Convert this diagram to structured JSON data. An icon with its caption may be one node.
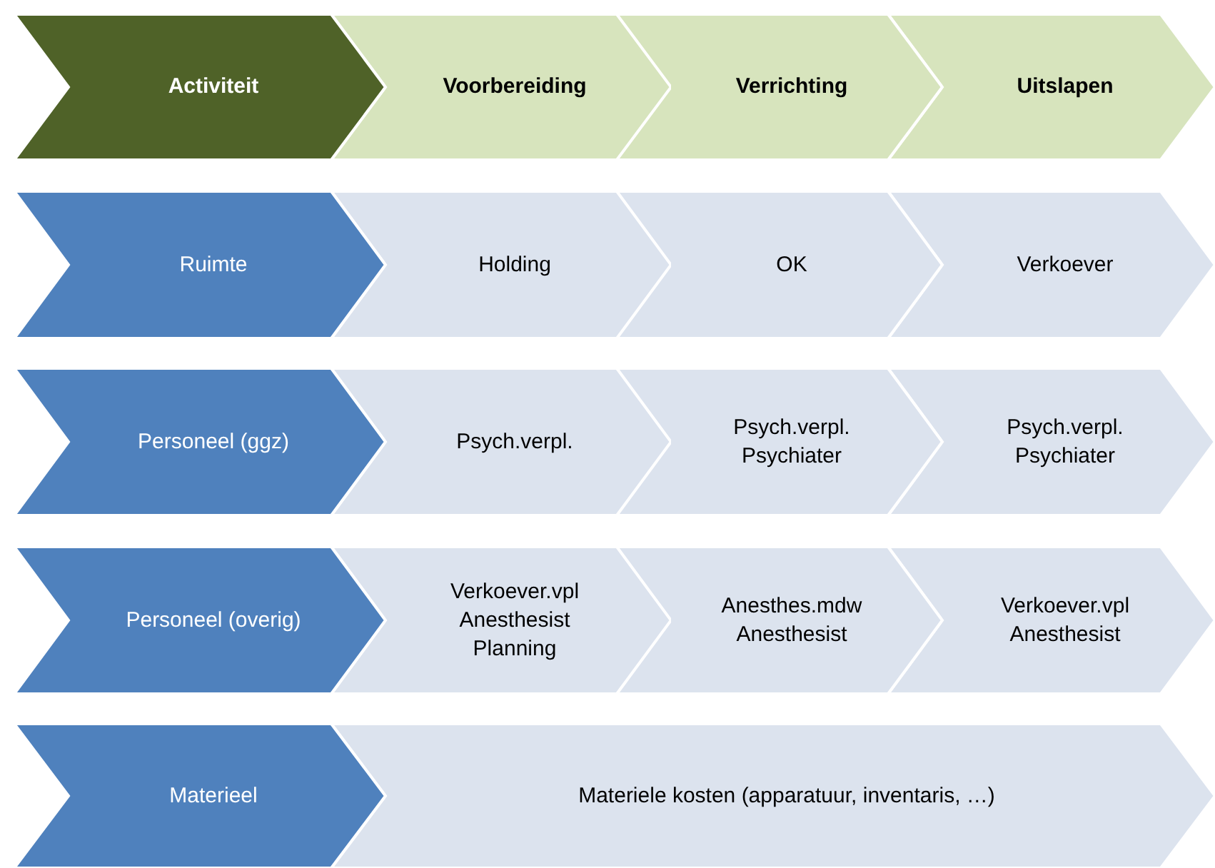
{
  "diagram": {
    "nodes": [
      {
        "text": [
          "Activiteit"
        ]
      },
      {
        "text": [
          "Voorbereiding"
        ]
      },
      {
        "text": [
          "Verrichting"
        ]
      },
      {
        "text": [
          "Uitslapen"
        ]
      },
      {
        "text": [
          "Ruimte"
        ]
      },
      {
        "text": [
          "Holding"
        ]
      },
      {
        "text": [
          "OK"
        ]
      },
      {
        "text": [
          "Verkoever"
        ]
      },
      {
        "text": [
          "Personeel (ggz)"
        ]
      },
      {
        "text": [
          "Psych.verpl."
        ]
      },
      {
        "text": [
          "Psych.verpl.",
          "Psychiater"
        ]
      },
      {
        "text": [
          "Psych.verpl.",
          "Psychiater"
        ]
      },
      {
        "text": [
          "Personeel (overig)"
        ]
      },
      {
        "text": [
          "Verkoever.vpl",
          "Anesthesist",
          "Planning"
        ]
      },
      {
        "text": [
          "Anesthes.mdw",
          "Anesthesist"
        ]
      },
      {
        "text": [
          "Verkoever.vpl",
          "Anesthesist"
        ]
      },
      {
        "text": [
          "Materieel"
        ]
      },
      {
        "text": [
          "Materiele kosten (apparatuur, inventaris, …)"
        ]
      }
    ],
    "edges": []
  }
}
